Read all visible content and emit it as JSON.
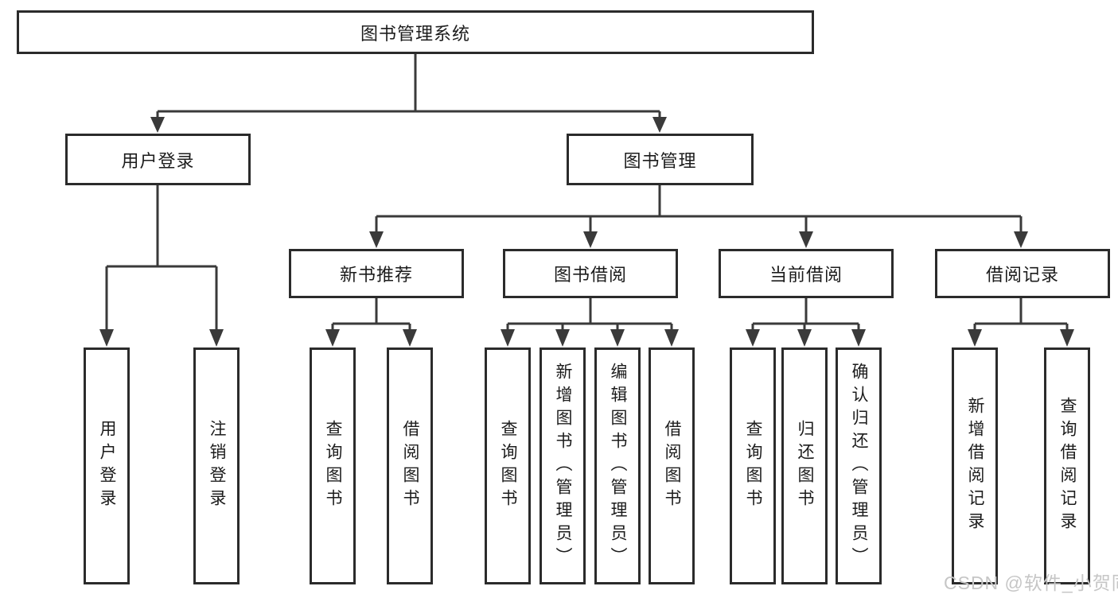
{
  "diagram": {
    "root": {
      "label": "图书管理系统"
    },
    "branches": [
      {
        "label": "用户登录",
        "children": [
          {
            "label": "用户登录"
          },
          {
            "label": "注销登录"
          }
        ]
      },
      {
        "label": "图书管理",
        "sections": [
          {
            "label": "新书推荐",
            "children": [
              {
                "label": "查询图书"
              },
              {
                "label": "借阅图书"
              }
            ]
          },
          {
            "label": "图书借阅",
            "children": [
              {
                "label": "查询图书"
              },
              {
                "label": "新增图书（管理员）"
              },
              {
                "label": "编辑图书（管理员）"
              },
              {
                "label": "借阅图书"
              }
            ]
          },
          {
            "label": "当前借阅",
            "children": [
              {
                "label": "查询图书"
              },
              {
                "label": "归还图书"
              },
              {
                "label": "确认归还（管理员）"
              }
            ]
          },
          {
            "label": "借阅记录",
            "children": [
              {
                "label": "新增借阅记录"
              },
              {
                "label": "查询借阅记录"
              }
            ]
          }
        ]
      }
    ]
  },
  "watermark": "CSDN @软件_小贺同学",
  "colors": {
    "line": "#3a3a3a",
    "border": "#2b2b2b",
    "text": "#1c1c1c",
    "watermark": "#c6c6c6",
    "background": "#ffffff"
  }
}
